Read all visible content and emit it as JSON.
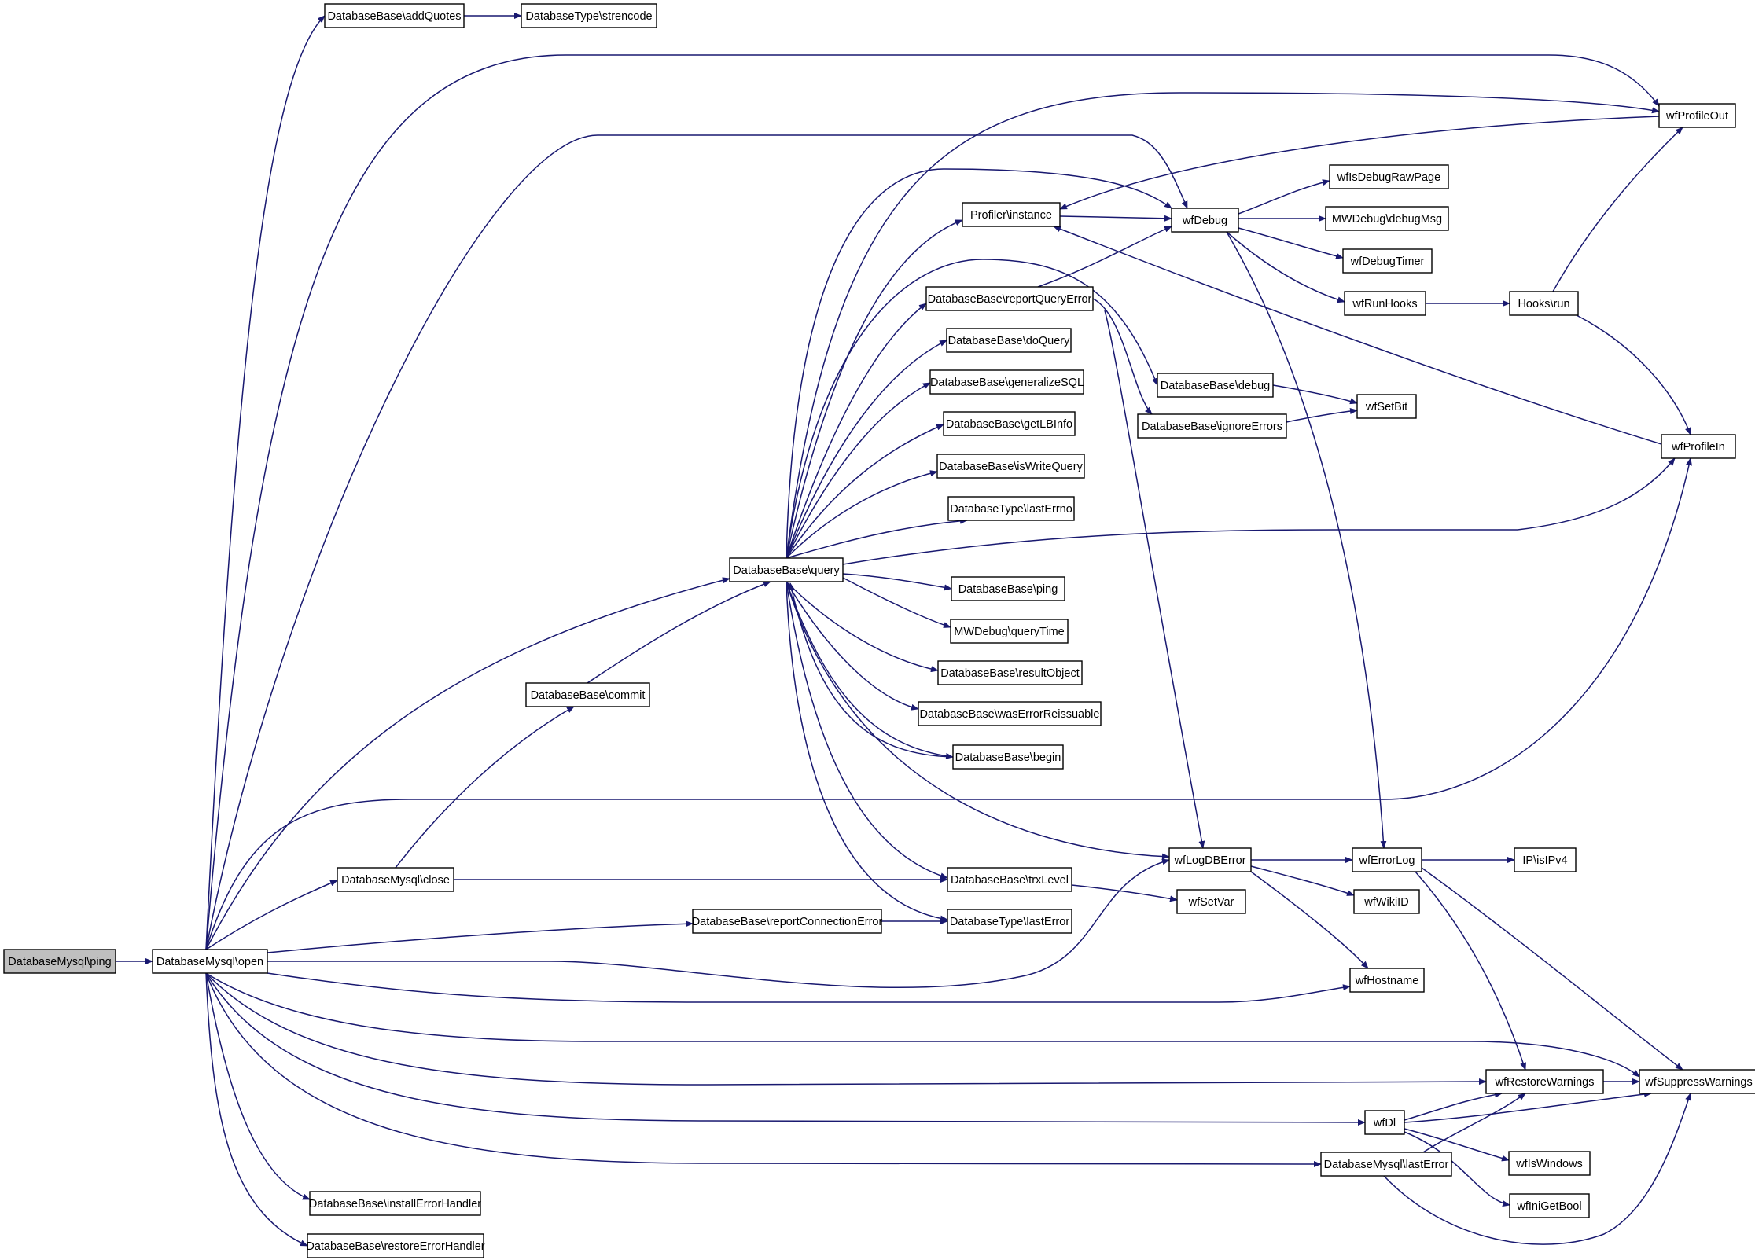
{
  "nodes": [
    {
      "id": "ping",
      "label": "DatabaseMysql\\ping",
      "root": true
    },
    {
      "id": "open",
      "label": "DatabaseMysql\\open"
    },
    {
      "id": "addQuotes",
      "label": "DatabaseBase\\addQuotes"
    },
    {
      "id": "strencode",
      "label": "DatabaseType\\strencode"
    },
    {
      "id": "wfProfileOut",
      "label": "wfProfileOut"
    },
    {
      "id": "wfIsDebugRawPage",
      "label": "wfIsDebugRawPage"
    },
    {
      "id": "profiler",
      "label": "Profiler\\instance"
    },
    {
      "id": "wfDebug",
      "label": "wfDebug"
    },
    {
      "id": "debugMsg",
      "label": "MWDebug\\debugMsg"
    },
    {
      "id": "wfDebugTimer",
      "label": "wfDebugTimer"
    },
    {
      "id": "reportQueryError",
      "label": "DatabaseBase\\reportQueryError"
    },
    {
      "id": "wfRunHooks",
      "label": "wfRunHooks"
    },
    {
      "id": "hooksRun",
      "label": "Hooks\\run"
    },
    {
      "id": "doQuery",
      "label": "DatabaseBase\\doQuery"
    },
    {
      "id": "dbDebug",
      "label": "DatabaseBase\\debug"
    },
    {
      "id": "generalizeSQL",
      "label": "DatabaseBase\\generalizeSQL"
    },
    {
      "id": "wfSetBit",
      "label": "wfSetBit"
    },
    {
      "id": "ignoreErrors",
      "label": "DatabaseBase\\ignoreErrors"
    },
    {
      "id": "getLBInfo",
      "label": "DatabaseBase\\getLBInfo"
    },
    {
      "id": "wfProfileIn",
      "label": "wfProfileIn"
    },
    {
      "id": "isWriteQuery",
      "label": "DatabaseBase\\isWriteQuery"
    },
    {
      "id": "lastErrno",
      "label": "DatabaseType\\lastErrno"
    },
    {
      "id": "query",
      "label": "DatabaseBase\\query"
    },
    {
      "id": "dbPing",
      "label": "DatabaseBase\\ping"
    },
    {
      "id": "queryTime",
      "label": "MWDebug\\queryTime"
    },
    {
      "id": "resultObject",
      "label": "DatabaseBase\\resultObject"
    },
    {
      "id": "commit",
      "label": "DatabaseBase\\commit"
    },
    {
      "id": "wasErrorReissuable",
      "label": "DatabaseBase\\wasErrorReissuable"
    },
    {
      "id": "begin",
      "label": "DatabaseBase\\begin"
    },
    {
      "id": "wfLogDBError",
      "label": "wfLogDBError"
    },
    {
      "id": "wfErrorLog",
      "label": "wfErrorLog"
    },
    {
      "id": "isIPv4",
      "label": "IP\\isIPv4"
    },
    {
      "id": "close",
      "label": "DatabaseMysql\\close"
    },
    {
      "id": "trxLevel",
      "label": "DatabaseBase\\trxLevel"
    },
    {
      "id": "wfSetVar",
      "label": "wfSetVar"
    },
    {
      "id": "wfWikiID",
      "label": "wfWikiID"
    },
    {
      "id": "reportConnectionError",
      "label": "DatabaseBase\\reportConnectionError"
    },
    {
      "id": "lastError",
      "label": "DatabaseType\\lastError"
    },
    {
      "id": "wfHostname",
      "label": "wfHostname"
    },
    {
      "id": "wfRestoreWarnings",
      "label": "wfRestoreWarnings"
    },
    {
      "id": "wfSuppressWarnings",
      "label": "wfSuppressWarnings"
    },
    {
      "id": "wfDl",
      "label": "wfDl"
    },
    {
      "id": "wfIsWindows",
      "label": "wfIsWindows"
    },
    {
      "id": "mysqlLastError",
      "label": "DatabaseMysql\\lastError"
    },
    {
      "id": "wfIniGetBool",
      "label": "wfIniGetBool"
    },
    {
      "id": "installErrorHandler",
      "label": "DatabaseBase\\installErrorHandler"
    },
    {
      "id": "restoreErrorHandler",
      "label": "DatabaseBase\\restoreErrorHandler"
    }
  ],
  "edges": [
    [
      "ping",
      "open"
    ],
    [
      "open",
      "addQuotes"
    ],
    [
      "addQuotes",
      "strencode"
    ],
    [
      "open",
      "wfProfileOut"
    ],
    [
      "open",
      "wfDebug"
    ],
    [
      "open",
      "query"
    ],
    [
      "open",
      "wfProfileIn"
    ],
    [
      "open",
      "close"
    ],
    [
      "open",
      "reportConnectionError"
    ],
    [
      "open",
      "wfLogDBError"
    ],
    [
      "open",
      "wfHostname"
    ],
    [
      "open",
      "wfSuppressWarnings"
    ],
    [
      "open",
      "wfRestoreWarnings"
    ],
    [
      "open",
      "wfDl"
    ],
    [
      "open",
      "mysqlLastError"
    ],
    [
      "open",
      "installErrorHandler"
    ],
    [
      "open",
      "restoreErrorHandler"
    ],
    [
      "query",
      "wfProfileOut"
    ],
    [
      "query",
      "profiler"
    ],
    [
      "query",
      "wfDebug"
    ],
    [
      "query",
      "dbDebug"
    ],
    [
      "query",
      "reportQueryError"
    ],
    [
      "query",
      "doQuery"
    ],
    [
      "query",
      "generalizeSQL"
    ],
    [
      "query",
      "getLBInfo"
    ],
    [
      "query",
      "isWriteQuery"
    ],
    [
      "query",
      "lastErrno"
    ],
    [
      "query",
      "wfProfileIn"
    ],
    [
      "query",
      "dbPing"
    ],
    [
      "query",
      "queryTime"
    ],
    [
      "query",
      "resultObject"
    ],
    [
      "query",
      "wasErrorReissuable"
    ],
    [
      "query",
      "begin"
    ],
    [
      "query",
      "wfLogDBError"
    ],
    [
      "query",
      "trxLevel"
    ],
    [
      "query",
      "lastError"
    ],
    [
      "begin",
      "query"
    ],
    [
      "commit",
      "query"
    ],
    [
      "close",
      "commit"
    ],
    [
      "close",
      "trxLevel"
    ],
    [
      "reportQueryError",
      "wfDebug"
    ],
    [
      "reportQueryError",
      "ignoreErrors"
    ],
    [
      "reportQueryError",
      "wfLogDBError"
    ],
    [
      "dbDebug",
      "wfSetBit"
    ],
    [
      "ignoreErrors",
      "wfSetBit"
    ],
    [
      "profiler",
      "wfDebug"
    ],
    [
      "wfProfileOut",
      "profiler"
    ],
    [
      "wfProfileIn",
      "profiler"
    ],
    [
      "wfDebug",
      "wfIsDebugRawPage"
    ],
    [
      "wfDebug",
      "debugMsg"
    ],
    [
      "wfDebug",
      "wfDebugTimer"
    ],
    [
      "wfDebug",
      "wfRunHooks"
    ],
    [
      "wfDebug",
      "wfErrorLog"
    ],
    [
      "wfRunHooks",
      "hooksRun"
    ],
    [
      "hooksRun",
      "wfProfileOut"
    ],
    [
      "hooksRun",
      "wfProfileIn"
    ],
    [
      "reportConnectionError",
      "lastError"
    ],
    [
      "wfLogDBError",
      "wfErrorLog"
    ],
    [
      "wfLogDBError",
      "wfWikiID"
    ],
    [
      "wfLogDBError",
      "wfHostname"
    ],
    [
      "wfErrorLog",
      "isIPv4"
    ],
    [
      "wfErrorLog",
      "wfRestoreWarnings"
    ],
    [
      "wfErrorLog",
      "wfSuppressWarnings"
    ],
    [
      "trxLevel",
      "wfSetVar"
    ],
    [
      "wfRestoreWarnings",
      "wfSuppressWarnings"
    ],
    [
      "wfDl",
      "wfRestoreWarnings"
    ],
    [
      "wfDl",
      "wfSuppressWarnings"
    ],
    [
      "wfDl",
      "wfIsWindows"
    ],
    [
      "wfDl",
      "wfIniGetBool"
    ],
    [
      "mysqlLastError",
      "wfRestoreWarnings"
    ],
    [
      "mysqlLastError",
      "wfSuppressWarnings"
    ]
  ]
}
